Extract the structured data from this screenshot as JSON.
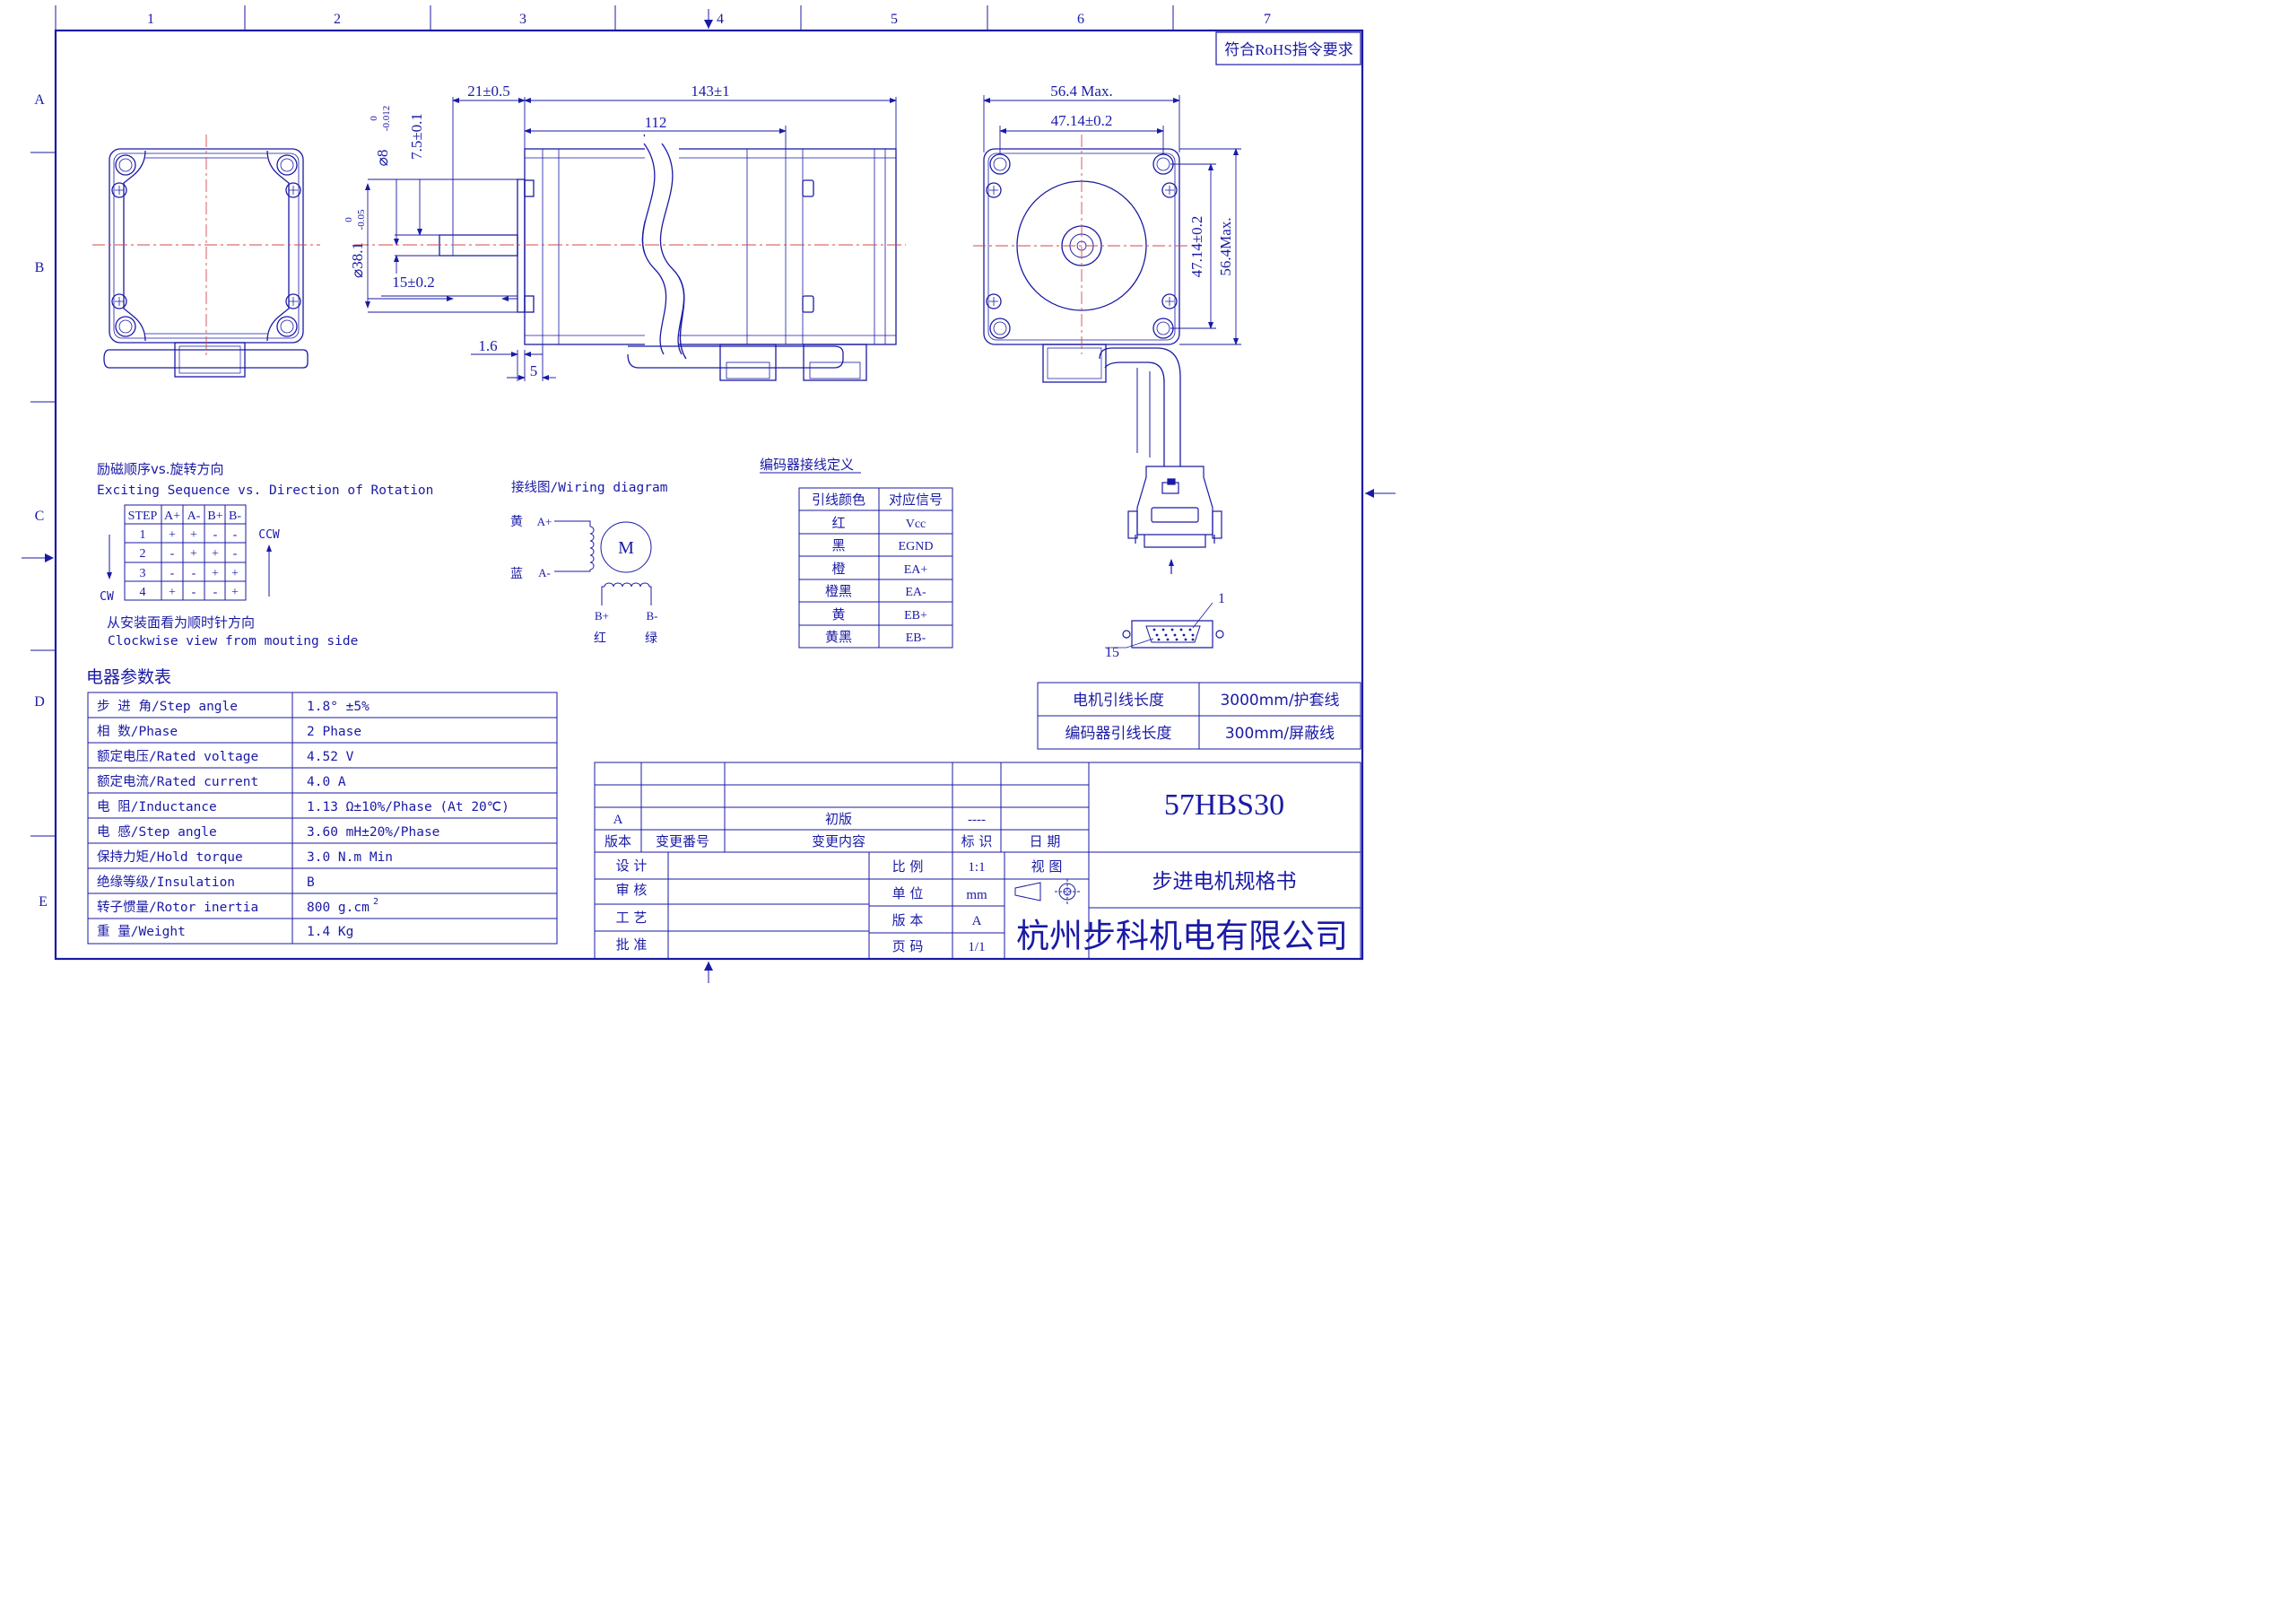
{
  "border": {
    "columns": [
      "1",
      "2",
      "3",
      "4",
      "5",
      "6",
      "7"
    ],
    "rows": [
      "A",
      "B",
      "C",
      "D",
      "E"
    ]
  },
  "rohs_note": "符合RoHS指令要求",
  "dimensions": {
    "d_21": "21±0.5",
    "d_143": "143±1",
    "d_112": "112",
    "d_8": "⌀8",
    "d_8_tol_top": "0",
    "d_8_tol_bot": "-0.012",
    "d_7_5": "7.5±0.1",
    "d_38_1": "⌀38.1",
    "d_38_1_tol_top": "0",
    "d_38_1_tol_bot": "-0.05",
    "d_15": "15±0.2",
    "d_1_6": "1.6",
    "d_5": "5",
    "d_56_4_max": "56.4 Max.",
    "d_47_14_h": "47.14±0.2",
    "d_47_14_v": "47.14±0.2",
    "d_56_4_max_v": "56.4Max."
  },
  "exciting": {
    "title_cn": "励磁顺序vs.旋转方向",
    "title_en": "Exciting Sequence vs. Direction of Rotation",
    "headers": [
      "STEP",
      "A+",
      "A-",
      "B+",
      "B-"
    ],
    "rows": [
      [
        "1",
        "+",
        "+",
        "-",
        "-"
      ],
      [
        "2",
        "-",
        "+",
        "+",
        "-"
      ],
      [
        "3",
        "-",
        "-",
        "+",
        "+"
      ],
      [
        "4",
        "+",
        "-",
        "-",
        "+"
      ]
    ],
    "ccw": "CCW",
    "cw": "CW",
    "note_cn": "从安装面看为顺时针方向",
    "note_en": "Clockwise view from mouting side"
  },
  "wiring": {
    "title": "接线图/Wiring diagram",
    "motor": "M",
    "a_plus_color": "黄",
    "a_plus": "A+",
    "a_minus_color": "蓝",
    "a_minus": "A-",
    "b_plus": "B+",
    "b_minus": "B-",
    "b_plus_color": "红",
    "b_minus_color": "绿"
  },
  "encoder": {
    "title": "编码器接线定义",
    "headers": [
      "引线颜色",
      "对应信号"
    ],
    "rows": [
      [
        "红",
        "Vcc"
      ],
      [
        "黑",
        "EGND"
      ],
      [
        "橙",
        "EA+"
      ],
      [
        "橙黑",
        "EA-"
      ],
      [
        "黄",
        "EB+"
      ],
      [
        "黄黑",
        "EB-"
      ]
    ]
  },
  "connector": {
    "pin1": "1",
    "pin15": "15"
  },
  "electrical": {
    "title": "电器参数表",
    "rows": [
      [
        "步 进 角/Step angle",
        "1.8° ±5%"
      ],
      [
        "相    数/Phase",
        "2   Phase"
      ],
      [
        "额定电压/Rated voltage",
        "4.52  V"
      ],
      [
        "额定电流/Rated current",
        "4.0  A"
      ],
      [
        "电    阻/Inductance",
        "1.13 Ω±10%/Phase  (At 20℃)"
      ],
      [
        "电    感/Step angle",
        "3.60 mH±20%/Phase"
      ],
      [
        "保持力矩/Hold torque",
        "3.0 N.m  Min"
      ],
      [
        "绝缘等级/Insulation",
        "B"
      ],
      [
        "转子惯量/Rotor inertia",
        "800 g.cm"
      ],
      [
        "重    量/Weight",
        "1.4 Kg"
      ]
    ],
    "inertia_sup": "2"
  },
  "leads": {
    "rows": [
      [
        "电机引线长度",
        "3000mm/护套线"
      ],
      [
        "编码器引线长度",
        "300mm/屏蔽线"
      ]
    ]
  },
  "title_block": {
    "revision": {
      "version": "A",
      "content": "初版",
      "mark": "----",
      "headers": [
        "版本",
        "变更番号",
        "变更内容",
        "标 识",
        "日 期"
      ]
    },
    "approvals": [
      "设 计",
      "审 核",
      "工 艺",
      "批 准"
    ],
    "props": [
      [
        "比 例",
        "1:1"
      ],
      [
        "单 位",
        "mm"
      ],
      [
        "版 本",
        "A"
      ],
      [
        "页 码",
        "1/1"
      ]
    ],
    "view_label": "视 图",
    "model": "57HBS30",
    "doc_title": "步进电机规格书",
    "company": "杭州步科机电有限公司"
  }
}
